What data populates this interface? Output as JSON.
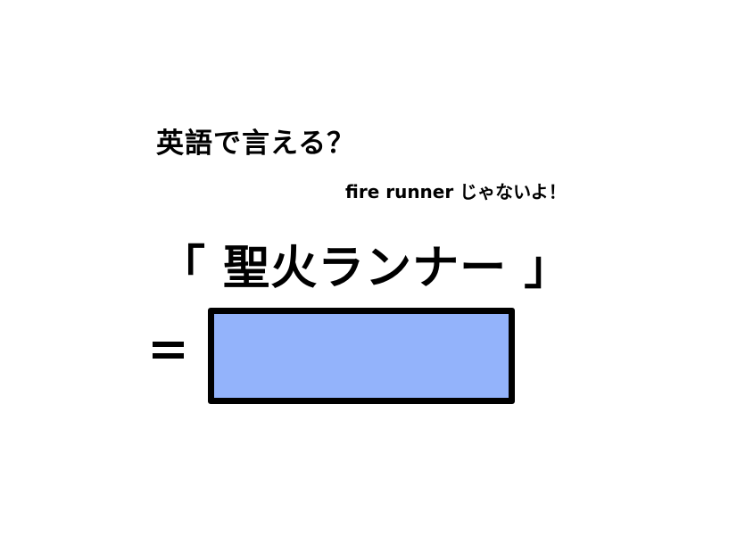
{
  "question": "英語で言える？",
  "hint": "fire runner じゃないよ！",
  "term": {
    "open_bracket": "「",
    "word": "聖火ランナー",
    "close_bracket": "」",
    "full": "「 聖火ランナー 」"
  },
  "equals_symbol": "=",
  "answer_box": {
    "fill_color": "#93b3fb",
    "border_color": "#000000",
    "value": ""
  }
}
